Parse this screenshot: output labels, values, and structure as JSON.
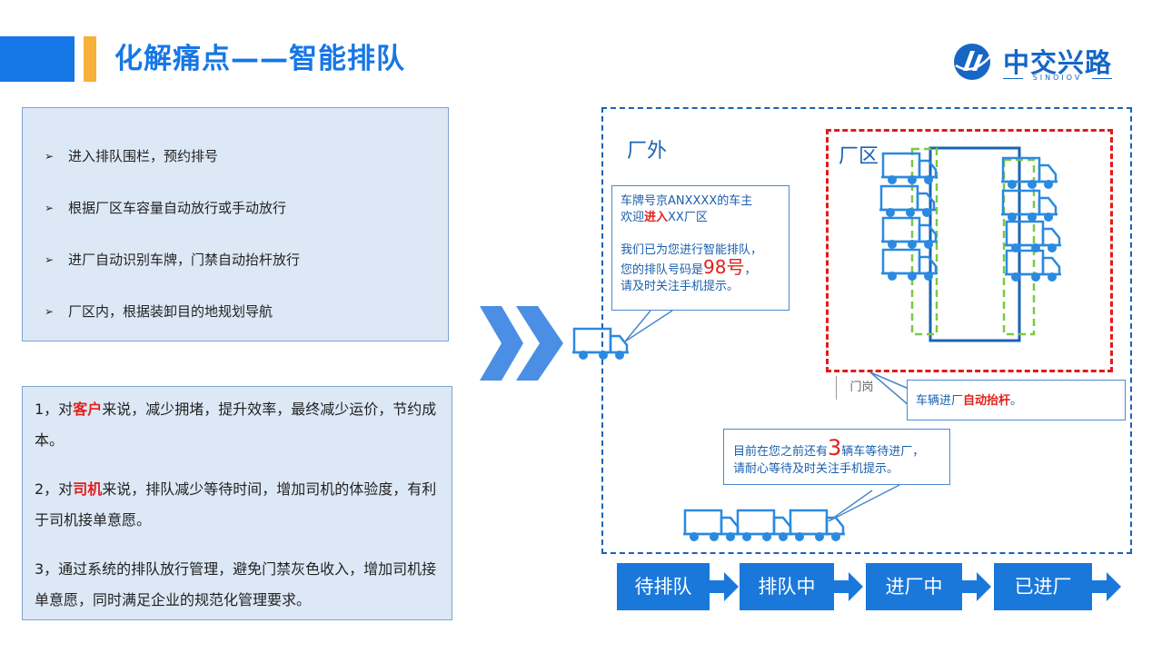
{
  "header": {
    "title": "化解痛点——智能排队",
    "colors": {
      "primary": "#1677e6",
      "accent": "#f6b13a"
    }
  },
  "logo": {
    "text": "中交兴路",
    "sub": "SINOIOV",
    "icon": "logo-mark-icon"
  },
  "features": {
    "bullet": "➢",
    "items": [
      "进入排队围栏，预约排号",
      "根据厂区车容量自动放行或手动放行",
      "进厂自动识别车牌，门禁自动抬杆放行",
      "厂区内，根据装卸目的地规划导航"
    ]
  },
  "benefits": [
    {
      "before": "1，对",
      "highlight": "客户",
      "after": "来说，减少拥堵，提升效率，最终减少运价，节约成本。"
    },
    {
      "before": "2，对",
      "highlight": "司机",
      "after": "来说，排队减少等待时间，增加司机的体验度，有利于司机接单意愿。"
    },
    {
      "before": "3，通过系统的排队放行管理，避免门禁灰色收入，增加司机接单意愿，同时满足企业的规范化管理要求。",
      "highlight": "",
      "after": ""
    }
  ],
  "diagram": {
    "zone_outside": "厂外",
    "zone_plant": "厂区",
    "gate": "门岗",
    "bubble_welcome": {
      "line1": "车牌号京ANXXXX的车主",
      "line2_before": "欢迎",
      "line2_highlight": "进入",
      "line2_after": "XX厂区",
      "line3": "我们已为您进行智能排队，",
      "line4_before": "您的排队号码是",
      "line4_number": "98号",
      "line4_after": "，",
      "line5": "请及时关注手机提示。"
    },
    "bubble_gate": {
      "before": "车辆进厂",
      "highlight": "自动抬杆",
      "after": "。"
    },
    "bubble_queue": {
      "before": "目前在您之前还有",
      "number": "3",
      "after": "辆车等待进厂，",
      "line2": "请耐心等待及时关注手机提示。"
    },
    "colors": {
      "blue": "#1a63b3",
      "red": "#e31a1a",
      "green": "#7ac943",
      "truck": "#2a8ae0"
    }
  },
  "flow": {
    "steps": [
      "待排队",
      "排队中",
      "进厂中",
      "已进厂"
    ]
  }
}
